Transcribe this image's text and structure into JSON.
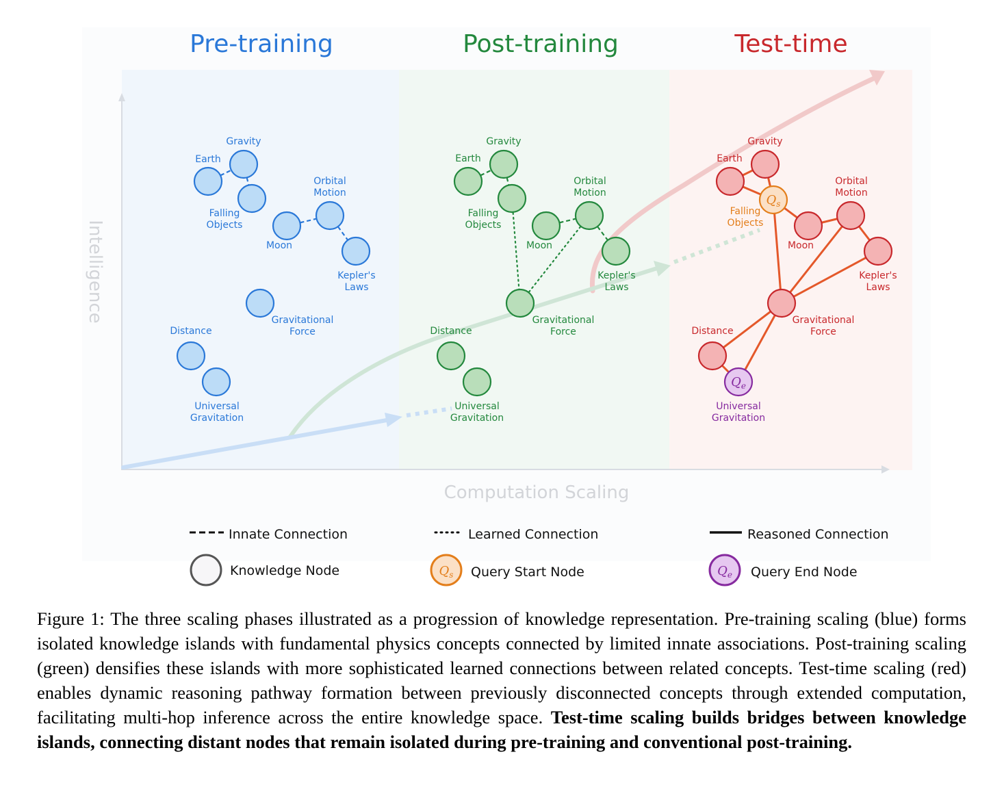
{
  "phases": [
    {
      "title": "Pre-training",
      "color": "#2a78d8"
    },
    {
      "title": "Post-training",
      "color": "#23883d"
    },
    {
      "title": "Test-time",
      "color": "#c8282c"
    }
  ],
  "axes": {
    "y_label": "Intelligence",
    "x_label": "Computation Scaling"
  },
  "labels": {
    "earth": "Earth",
    "gravity": "Gravity",
    "falling": [
      "Falling",
      "Objects"
    ],
    "moon": "Moon",
    "orbital": [
      "Orbital",
      "Motion"
    ],
    "kepler": [
      "Kepler's",
      "Laws"
    ],
    "grav_force": [
      "Gravitational",
      "Force"
    ],
    "distance": "Distance",
    "universal": [
      "Universal",
      "Gravitation"
    ]
  },
  "query_symbols": {
    "start": "Qs",
    "end": "Qe"
  },
  "legend": {
    "innate": "Innate Connection",
    "learned": "Learned Connection",
    "reasoned": "Reasoned Connection",
    "knowledge_node": "Knowledge Node",
    "query_start": "Query Start Node",
    "query_end": "Query End Node"
  },
  "colors": {
    "pre_fill": "#bcdcf7",
    "pre_stroke": "#2a78d8",
    "post_fill": "#b9deba",
    "post_stroke": "#23883d",
    "test_fill": "#f4b3b4",
    "test_stroke": "#c8282c",
    "reasoned_edge": "#e4582a",
    "query_start_fill": "#fbe0c6",
    "query_start_stroke": "#e37e1b",
    "query_end_fill": "#e6c8f0",
    "query_end_stroke": "#862a9f"
  },
  "caption": {
    "plain": "Figure 1: The three scaling phases illustrated as a progression of knowledge representation. Pre-training scaling (blue) forms isolated knowledge islands with fundamental physics concepts connected by limited innate associations. Post-training scaling (green) densifies these islands with more sophisticated learned connections between related concepts. Test-time scaling (red) enables dynamic reasoning pathway formation between previously disconnected concepts through extended computation, facilitating multi-hop inference across the entire knowledge space. ",
    "bold": "Test-time scaling builds bridges between knowledge islands, connecting distant nodes that remain isolated during pre-training and conventional post-training."
  }
}
